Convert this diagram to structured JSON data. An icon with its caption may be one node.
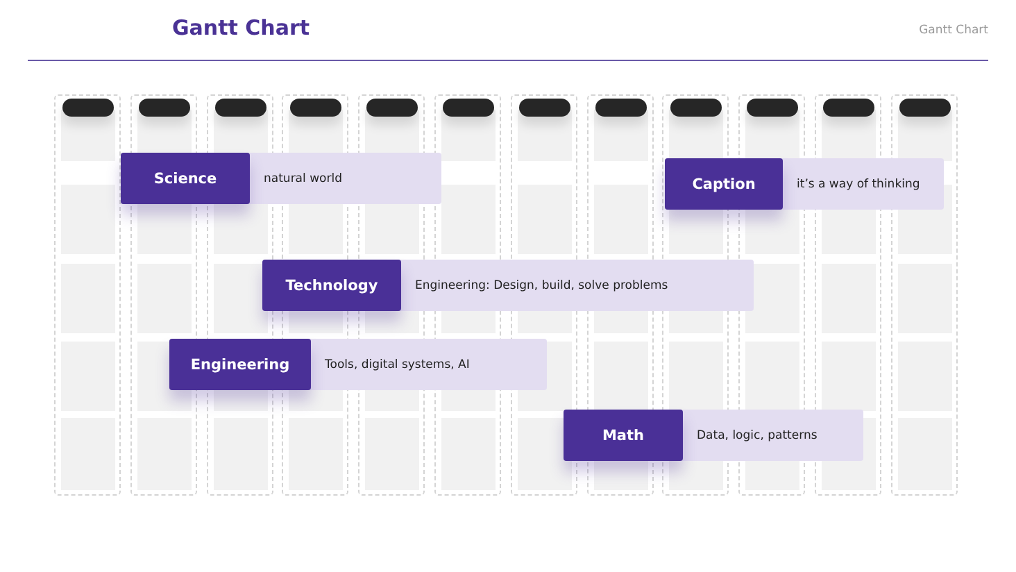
{
  "diagram": {
    "title": "Gantt Chart",
    "nodes": [
      {
        "text": [
          "Science",
          "natural world"
        ]
      },
      {
        "text": [
          "Caption",
          "it’s a way of thinking"
        ]
      },
      {
        "text": [
          "Technology",
          "Engineering: Design, build, solve problems"
        ]
      },
      {
        "text": [
          "Engineering",
          "Tools, digital systems, AI"
        ]
      },
      {
        "text": [
          "Math",
          "Data, logic, patterns"
        ]
      }
    ],
    "edges": [],
    "labels": [
      "Gantt Chart"
    ]
  }
}
